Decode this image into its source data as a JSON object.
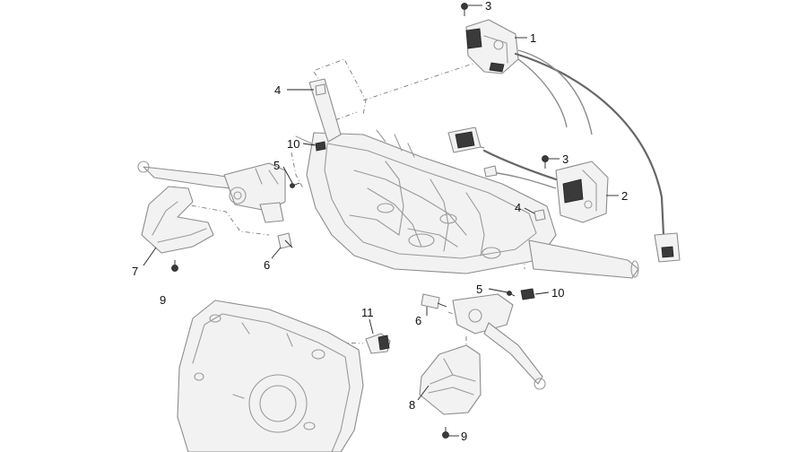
{
  "callouts": [
    {
      "id": "c3a",
      "label": "3"
    },
    {
      "id": "c1",
      "label": "1"
    },
    {
      "id": "c4a",
      "label": "4"
    },
    {
      "id": "c10a",
      "label": "10"
    },
    {
      "id": "c5a",
      "label": "5"
    },
    {
      "id": "c3b",
      "label": "3"
    },
    {
      "id": "c2",
      "label": "2"
    },
    {
      "id": "c4b",
      "label": "4"
    },
    {
      "id": "c7",
      "label": "7"
    },
    {
      "id": "c6a",
      "label": "6"
    },
    {
      "id": "c9a",
      "label": "9"
    },
    {
      "id": "c5b",
      "label": "5"
    },
    {
      "id": "c10b",
      "label": "10"
    },
    {
      "id": "c6b",
      "label": "6"
    },
    {
      "id": "c11",
      "label": "11"
    },
    {
      "id": "c8",
      "label": "8"
    },
    {
      "id": "c9b",
      "label": "9"
    }
  ]
}
